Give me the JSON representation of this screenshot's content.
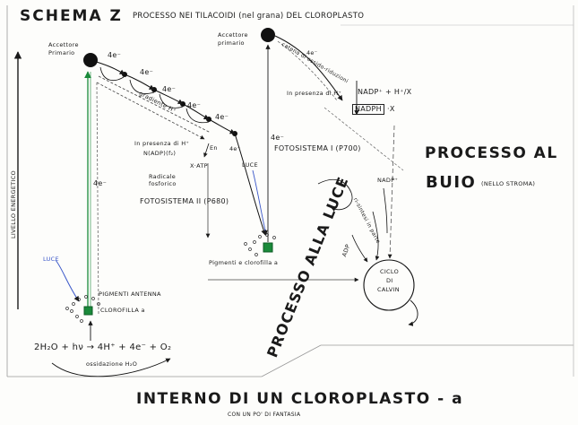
{
  "header": {
    "title": "SCHEMA Z",
    "subtitle": "PROCESSO NEI TILACOIDI (nel grana) DEL CLOROPLASTO"
  },
  "left_axis": {
    "label": "LIVELLO ENERGETICO"
  },
  "photosystem2": {
    "acceptor": "Accettore Primario",
    "electron_labels": [
      "4e⁻",
      "4e⁻",
      "4e⁻",
      "4e⁻",
      "4e⁻"
    ],
    "gradient_label": "gradiente H⁺",
    "presence_label": "In presenza di H⁺",
    "nadp_label": "N(ADP)(f₂)",
    "radicale_label": "Radicale fosforico",
    "en_label": "En",
    "xatp_label": "X·ATP",
    "name": "FOTOSISTEMA II (P680)",
    "vertical_e": "4e⁻",
    "luce": "LUCE",
    "pigment_label": "PIGMENTI ANTENNA",
    "chlorophyll_label": "CLOROFILLA a"
  },
  "photosystem1": {
    "acceptor": "Accettore primario",
    "chain_label": "catena di ossido-riduzioni",
    "e_label": "4e⁻",
    "presence_label": "In presenza di H⁺",
    "equation": "NADP⁺ + H⁺/X",
    "nadph": "NADPH",
    "nadph_x": "·X",
    "name": "FOTOSISTEMA I (P700)",
    "vertical_e": "4e⁻",
    "luce": "LUCE",
    "pigment_label": "Pigmenti e clorofilla a",
    "en_e": "4e⁻"
  },
  "water": {
    "equation": "2H₂O + hν → 4H⁺ + 4e⁻ + O₂",
    "caption": "ossidazione H₂O"
  },
  "light_process": "PROCESSO ALLA LUCE",
  "dark_process": {
    "line1": "PROCESSO AL",
    "line2": "BUIO",
    "note": "(NELLO STROMA)"
  },
  "calvin": {
    "line1": "CICLO",
    "line2": "DI",
    "line3": "CALVIN",
    "nadp": "NADP⁺",
    "adp": "ADP",
    "side_note": "ri-sintesi in parte"
  },
  "footer": {
    "title": "INTERNO DI UN CLOROPLASTO - a",
    "subtitle": "CON UN PO' DI FANTASIA"
  },
  "colors": {
    "ink": "#1a1a1a",
    "green": "#1a8a3a",
    "paper": "#fdfdfb"
  }
}
